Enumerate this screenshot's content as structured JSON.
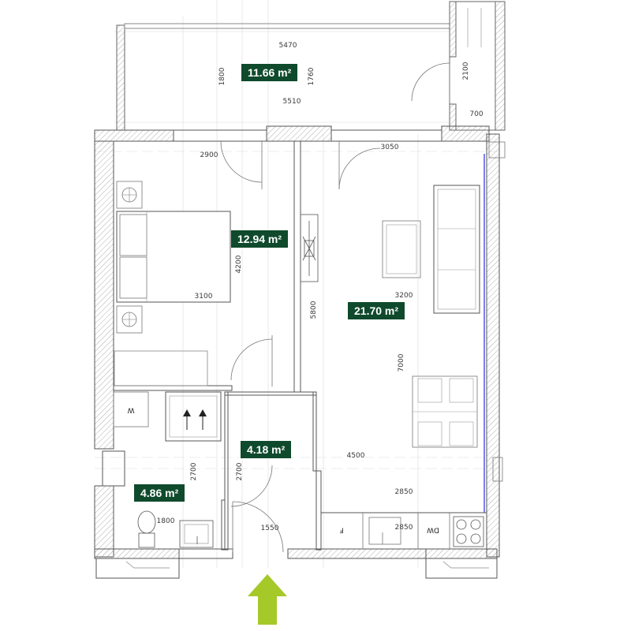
{
  "areas": {
    "balcony": "11.66 m²",
    "bedroom": "12.94 m²",
    "living": "21.70 m²",
    "hall": "4.18 m²",
    "bathroom": "4.86 m²"
  },
  "dimensions": {
    "balcony_top": "5470",
    "balcony_bottom": "5510",
    "balcony_left": "1800",
    "balcony_right": "1760",
    "balcony_side": "2100",
    "balcony_corner": "700",
    "bedroom_top": "2900",
    "bedroom_side": "4200",
    "bedroom_width": "3100",
    "living_top": "3050",
    "living_width": "3200",
    "living_left": "5800",
    "living_right": "7000",
    "living_lower": "4500",
    "kitchen_top": "2850",
    "kitchen_counter": "2850",
    "bath_side": "2700",
    "hall_side": "2700",
    "bath_bottom": "1800",
    "hall_bottom": "1550"
  },
  "appliances": {
    "washer": "W",
    "fridge": "F",
    "dishwasher": "DW"
  },
  "colors": {
    "label_bg": "#0f4a2c",
    "wall": "#555555",
    "entry_arrow": "#a6c92a",
    "window_line": "#3a3af0"
  }
}
